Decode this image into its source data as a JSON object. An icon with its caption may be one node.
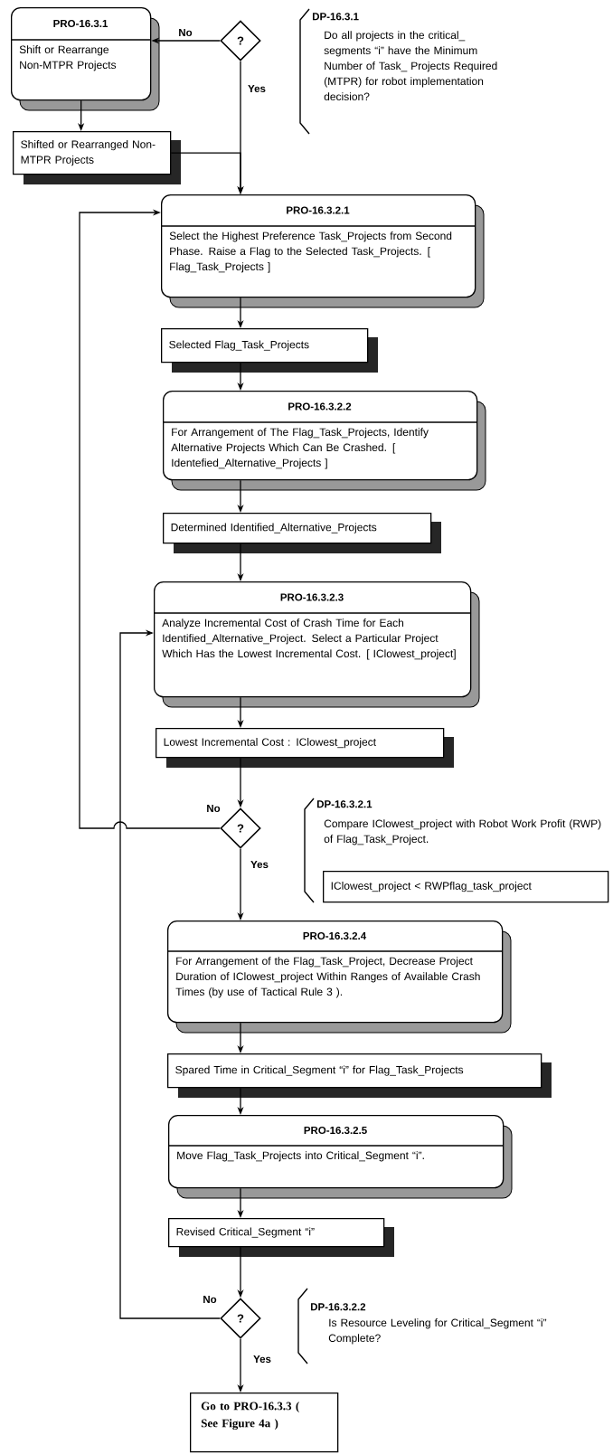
{
  "diagram": {
    "nodes": [
      {
        "text": [
          "PRO-16.3.1",
          "Shift or Rearrange Non-MTPR Projects"
        ]
      },
      {
        "text": [
          "?"
        ],
        "beside": [
          "DP-16.3.1",
          "Do all projects in the critical_ segments “i” have the Minimum Number of Task_ Projects Required (MTPR) for robot implementation decision?"
        ]
      },
      {
        "text": [
          "Shifted or Rearranged Non-MTPR Projects"
        ]
      },
      {
        "text": [
          "PRO-16.3.2.1",
          "Select the Highest Preference Task_Projects from Second Phase. Raise a Flag to the Selected Task_Projects. [ Flag_Task_Projects ]"
        ]
      },
      {
        "text": [
          "Selected Flag_Task_Projects"
        ]
      },
      {
        "text": [
          "PRO-16.3.2.2",
          "For Arrangement of The Flag_Task_Projects, Identify Alternative Projects Which Can Be Crashed. [ Identefied_Alternative_Projects ]"
        ]
      },
      {
        "text": [
          "Determined Identified_Alternative_Projects"
        ]
      },
      {
        "text": [
          "PRO-16.3.2.3",
          "Analyze Incremental Cost of Crash Time for Each Identified_Alternative_Project. Select a Particular Project Which Has the Lowest Incremental Cost. [ IClowest_project]"
        ]
      },
      {
        "text": [
          "Lowest Incremental Cost : IClowest_project"
        ]
      },
      {
        "text": [
          "?"
        ],
        "beside": [
          "DP-16.3.2.1",
          "Compare IClowest_project with Robot Work Profit (RWP) of Flag_Task_Project."
        ]
      },
      {
        "text": [
          "IClowest_project < RWPflag_task_project"
        ]
      },
      {
        "text": [
          "PRO-16.3.2.4",
          "For Arrangement of the Flag_Task_Project, Decrease Project Duration of IClowest_project Within Ranges of Available Crash Times (by use of Tactical Rule 3 )."
        ]
      },
      {
        "text": [
          "Spared Time in Critical_Segment “i” for Flag_Task_Projects"
        ]
      },
      {
        "text": [
          "PRO-16.3.2.5",
          "Move Flag_Task_Projects into Critical_Segment “i”."
        ]
      },
      {
        "text": [
          "Revised Critical_Segment “i”"
        ]
      },
      {
        "text": [
          "?"
        ],
        "beside": [
          "DP-16.3.2.2",
          "Is Resource Leveling for Critical_Segment “i” Complete?"
        ]
      },
      {
        "text": [
          "Go to PRO-16.3.3 ( See Figure 4a )"
        ]
      }
    ],
    "edges": [
      {
        "from": 1,
        "to": 0,
        "arrow": "to",
        "label": "No"
      },
      {
        "from": 0,
        "to": 2,
        "arrow": "to"
      },
      {
        "from": 2,
        "to": 3,
        "arrow": "to"
      },
      {
        "from": 1,
        "to": 3,
        "arrow": "to",
        "label": "Yes"
      },
      {
        "from": 3,
        "to": 4,
        "arrow": "to"
      },
      {
        "from": 4,
        "to": 5,
        "arrow": "to"
      },
      {
        "from": 5,
        "to": 6,
        "arrow": "to"
      },
      {
        "from": 6,
        "to": 7,
        "arrow": "to"
      },
      {
        "from": 7,
        "to": 8,
        "arrow": "to"
      },
      {
        "from": 8,
        "to": 9,
        "arrow": "to"
      },
      {
        "from": 9,
        "to": 3,
        "arrow": "to",
        "label": "No"
      },
      {
        "from": 9,
        "to": 11,
        "arrow": "to",
        "label": "Yes"
      },
      {
        "from": 11,
        "to": 12,
        "arrow": "to"
      },
      {
        "from": 12,
        "to": 13,
        "arrow": "to"
      },
      {
        "from": 13,
        "to": 14,
        "arrow": "to"
      },
      {
        "from": 14,
        "to": 15,
        "arrow": "to"
      },
      {
        "from": 15,
        "to": 7,
        "arrow": "to",
        "label": "No"
      },
      {
        "from": 15,
        "to": 16,
        "arrow": "to",
        "label": "Yes"
      }
    ]
  }
}
